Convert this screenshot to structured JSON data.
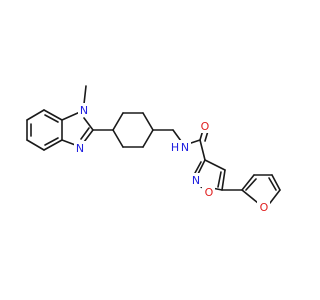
{
  "molecule": {
    "atoms": {
      "n_methyl": {
        "text": "N",
        "color": "#2020e0"
      },
      "n_imidazole": {
        "text": "N",
        "color": "#2020e0"
      },
      "amide_h": {
        "text": "H",
        "color": "#2020e0"
      },
      "amide_n": {
        "text": "N",
        "color": "#2020e0"
      },
      "carbonyl_o": {
        "text": "O",
        "color": "#e02020"
      },
      "isoxazole_n": {
        "text": "N",
        "color": "#2020e0"
      },
      "isoxazole_o": {
        "text": "O",
        "color": "#e02020"
      },
      "furan_o": {
        "text": "O",
        "color": "#e02020"
      }
    }
  }
}
